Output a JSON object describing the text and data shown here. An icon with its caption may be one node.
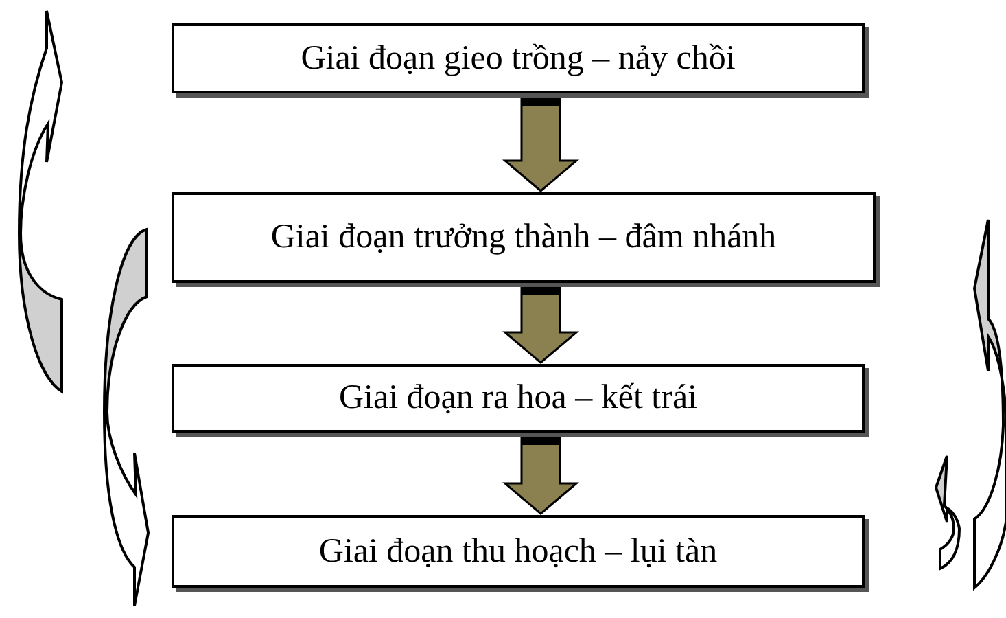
{
  "diagram": {
    "nodes": [
      {
        "text": [
          "Giai đoạn gieo trồng – nảy chồi"
        ]
      },
      {
        "text": [
          "Giai đoạn trưởng thành – đâm nhánh"
        ]
      },
      {
        "text": [
          "Giai đoạn ra hoa – kết trái"
        ]
      },
      {
        "text": [
          "Giai đoạn thu hoạch – lụi tàn"
        ]
      }
    ],
    "edges": [
      {
        "from": 0,
        "to": 1,
        "arrow": "to"
      },
      {
        "from": 1,
        "to": 2,
        "arrow": "to"
      },
      {
        "from": 2,
        "to": 3,
        "arrow": "to"
      }
    ]
  }
}
